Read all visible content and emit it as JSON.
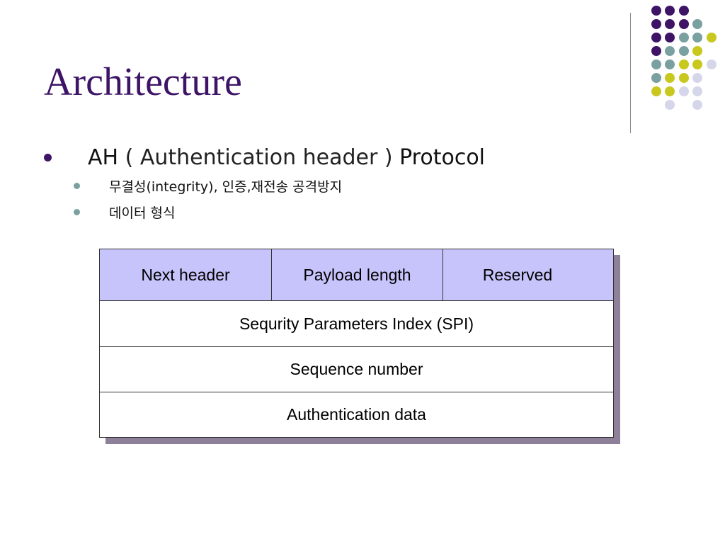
{
  "slide": {
    "title": "Architecture",
    "bullet": {
      "part1": "AH",
      "part2": " ( Authentication header ) ",
      "part3": "Protocol"
    },
    "sub_bullets": [
      "무결성(integrity), 인증,재전송 공격방지",
      "데이터 형식"
    ]
  },
  "header_format": {
    "top_row": [
      "Next header",
      "Payload length",
      "Reserved"
    ],
    "rows": [
      "Sequrity Parameters Index (SPI)",
      "Sequence number",
      "Authentication data"
    ]
  },
  "colors": {
    "title": "#3d1466",
    "header_fill": "#c7c4fb",
    "shadow": "#8d8098",
    "dot_purple": "#3d1466",
    "dot_teal": "#7ba0a0",
    "dot_yellow": "#c8c81e",
    "dot_lavender": "#d6d6ea"
  }
}
